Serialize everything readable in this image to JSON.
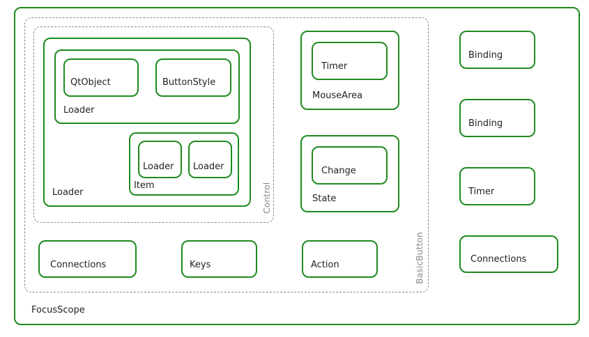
{
  "diagram": {
    "focus_scope": "FocusScope",
    "basic_button": "BasicButton",
    "control": "Control",
    "loader_outer": "Loader",
    "loader_inner": "Loader",
    "qtobject": "QtObject",
    "button_style": "ButtonStyle",
    "item": "Item",
    "item_loader_1": "Loader",
    "item_loader_2": "Loader",
    "mouse_area": "MouseArea",
    "mouse_area_timer": "Timer",
    "state": "State",
    "state_change": "Change",
    "connections_1": "Connections",
    "keys": "Keys",
    "action": "Action",
    "binding_1": "Binding",
    "binding_2": "Binding",
    "timer_right": "Timer",
    "connections_2": "Connections"
  },
  "colors": {
    "accent": "#1e8a1e",
    "dashed": "#8a8a8a"
  }
}
